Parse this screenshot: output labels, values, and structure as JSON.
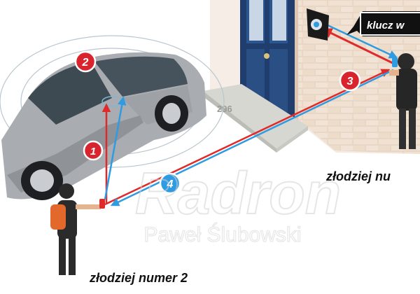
{
  "callouts": {
    "key_label": "klucz w",
    "thief_1": "złodziej nu",
    "thief_2": "złodziej numer 2"
  },
  "steps": [
    "1",
    "2",
    "3",
    "4"
  ],
  "watermark": {
    "brand": "Radron",
    "author": "Paweł Ślubowski"
  },
  "door_number": "296",
  "colors": {
    "relay_red": "#e02a2a",
    "relay_blue": "#2f9be0",
    "step_badge_red": "#d9232d",
    "step_badge_blue": "#2f9be0",
    "door": "#1f3e6e",
    "car_body": "#a9acb0"
  }
}
